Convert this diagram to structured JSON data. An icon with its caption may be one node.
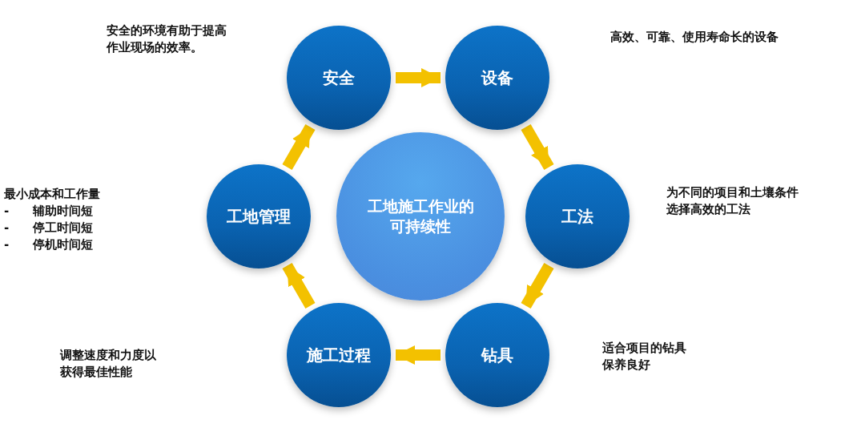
{
  "diagram": {
    "nodes": [
      {
        "text": [
          "工地施工作业的可持续性"
        ]
      },
      {
        "text": [
          "安全"
        ]
      },
      {
        "text": [
          "设备"
        ]
      },
      {
        "text": [
          "工法"
        ]
      },
      {
        "text": [
          "钻具"
        ]
      },
      {
        "text": [
          "施工过程"
        ]
      },
      {
        "text": [
          "工地管理"
        ]
      }
    ],
    "edges": [
      {
        "from": 1,
        "to": 2,
        "arrow": "to"
      },
      {
        "from": 2,
        "to": 3,
        "arrow": "to"
      },
      {
        "from": 3,
        "to": 4,
        "arrow": "to"
      },
      {
        "from": 4,
        "to": 5,
        "arrow": "to"
      },
      {
        "from": 5,
        "to": 6,
        "arrow": "to"
      },
      {
        "from": 6,
        "to": 1,
        "arrow": "to"
      }
    ],
    "labels": [
      "安全的环境有助于提高作业现场的效率。",
      "高效、可靠、使用寿命长的设备",
      "最小成本和工作量",
      "-　　辅助时间短",
      "-　　停工时间短",
      "-　　停机时间短",
      "为不同的项目和土壤条件选择高效的工法",
      "适合项目的钻具保养良好",
      "调整速度和力度以获得最佳性能"
    ]
  }
}
